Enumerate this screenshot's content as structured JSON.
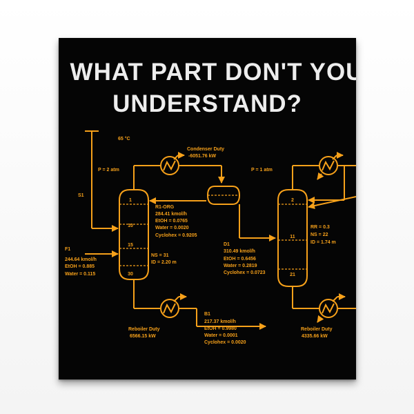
{
  "title": {
    "line1": "WHAT PART DON'T YOU",
    "line2": "UNDERSTAND?"
  },
  "colors": {
    "background": "#050505",
    "title": "#ededed",
    "lines": "#f7a11a"
  },
  "diagram": {
    "temperature": "65 °C",
    "condenser_duty_label": "Condenser Duty",
    "condenser_duty_value": "-6051.76 kW",
    "pressure_left": "P = 2 atm",
    "pressure_right": "P = 1 atm",
    "stream_s1": "S1",
    "r1": {
      "name": "R1-ORG",
      "flow": "284.41 kmol/h",
      "etoh": "EtOH = 0.0765",
      "water": "Water = 0.0020",
      "cyclohex": "Cyclohex = 0.9205"
    },
    "f1": {
      "name": "F1",
      "flow": "244.64 kmol/h",
      "etoh": "EtOH = 0.885",
      "water": "Water = 0.115"
    },
    "column1": {
      "stage_top": "1",
      "stage_mid": "10",
      "stage_feed": "15",
      "stage_bottom": "30",
      "ns": "NS = 31",
      "id": "ID = 2.20 m"
    },
    "d1": {
      "name": "D1",
      "flow": "310.49 kmol/h",
      "etoh": "EtOH = 0.6456",
      "water": "Water = 0.2819",
      "cyclohex": "Cyclohex = 0.0723"
    },
    "b1": {
      "name": "B1",
      "flow": "217.37 kmol/h",
      "etoh": "EtOH = 0.9980",
      "water": "Water = 0.0001",
      "cyclohex": "Cyclohex = 0.0020"
    },
    "reboiler_left_label": "Reboiler Duty",
    "reboiler_left_value": "6566.15 kW",
    "column2": {
      "stage_top": "2",
      "stage_mid": "11",
      "stage_bottom": "21",
      "rr": "RR = 0.3",
      "ns": "NS = 22",
      "id": "ID = 1.74 m"
    },
    "reboiler_right_label": "Reboiler Duty",
    "reboiler_right_value": "4335.66 kW"
  }
}
